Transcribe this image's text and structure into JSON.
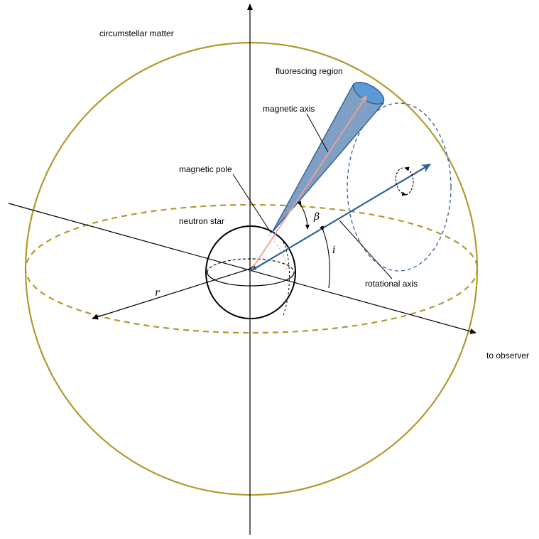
{
  "labels": {
    "circumstellar_matter": "circumstellar matter",
    "fluorescing_region": "fluorescing region",
    "magnetic_axis": "magnetic axis",
    "magnetic_pole": "magnetic pole",
    "neutron_star": "neutron star",
    "rotational_axis": "rotational axis",
    "to_observer": "to observer",
    "radius_symbol": "r",
    "inclination_symbol": "i",
    "beta_symbol": "β"
  },
  "colors": {
    "sphere_outline": "#b09a2e",
    "equator_dashed": "#b09a2e",
    "axis_line": "#000000",
    "rotational_axis": "#2e5f96",
    "magnetic_axis_arrow": "#f0a090",
    "cone_fill": "#7f9fc4",
    "cone_edge": "#2e5f96",
    "cone_end_fill": "#5b9ad6",
    "precession_circle": "#2e5f96"
  }
}
